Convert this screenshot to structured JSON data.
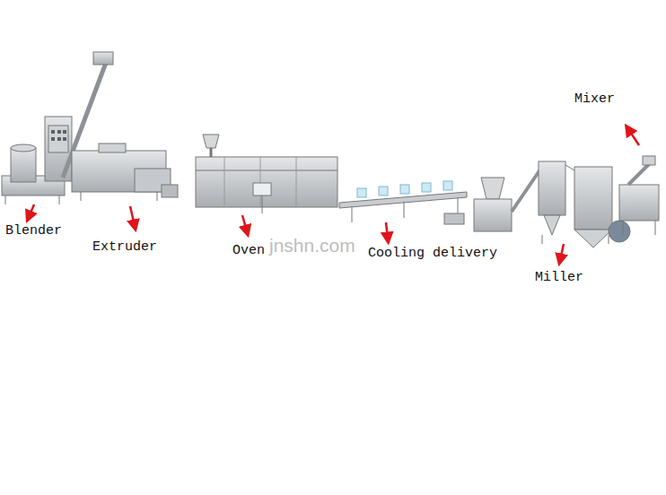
{
  "diagram": {
    "labels": [
      "Blender",
      "Extruder",
      "Oven",
      "Cooling delivery",
      "Miller",
      "Mixer",
      "jnshn.com"
    ]
  }
}
